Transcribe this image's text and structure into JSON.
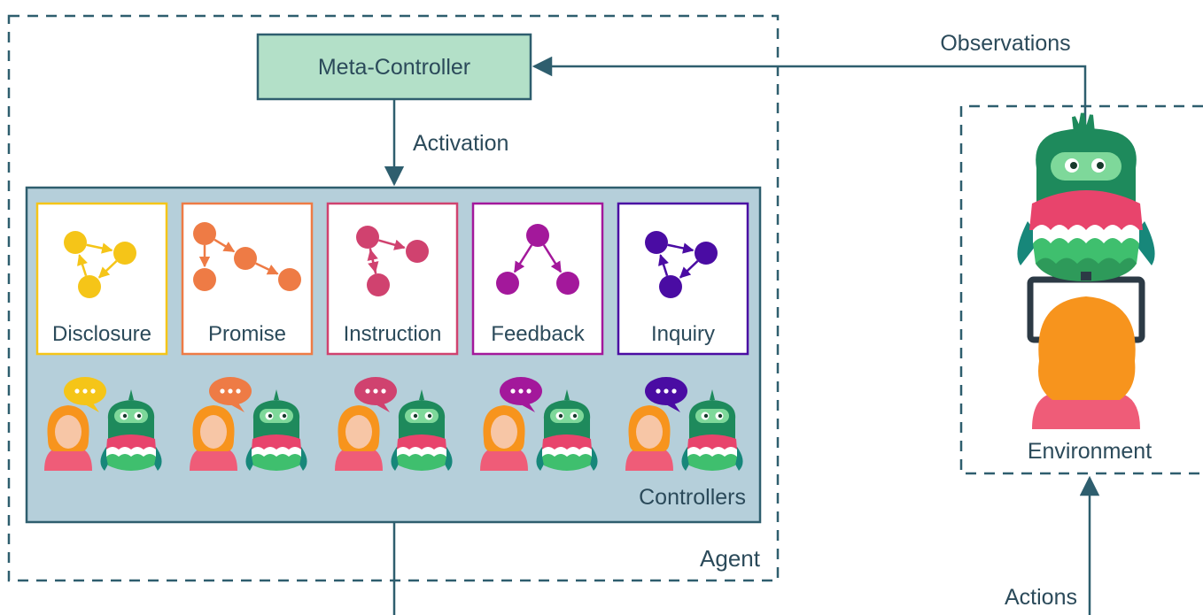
{
  "meta_controller": {
    "label": "Meta-Controller"
  },
  "labels": {
    "observations": "Observations",
    "activation": "Activation",
    "controllers": "Controllers",
    "agent": "Agent",
    "environment": "Environment",
    "actions": "Actions"
  },
  "controllers": [
    {
      "name": "Disclosure",
      "color": "#f5c518",
      "shape": "triangle-cycle"
    },
    {
      "name": "Promise",
      "color": "#ee7b45",
      "shape": "chain"
    },
    {
      "name": "Instruction",
      "color": "#d0426f",
      "shape": "loop"
    },
    {
      "name": "Feedback",
      "color": "#a3189b",
      "shape": "fork"
    },
    {
      "name": "Inquiry",
      "color": "#4a0ca3",
      "shape": "triangle-cycle"
    }
  ],
  "colors": {
    "frame": "#2e5e6e",
    "panel": "#b5cfda",
    "meta_fill": "#b3e0c8",
    "owl_green": "#1e8a5c",
    "owl_teal": "#17877a",
    "owl_red": "#e8446c",
    "human_hair": "#f7941d",
    "human_body": "#ef5c78"
  }
}
